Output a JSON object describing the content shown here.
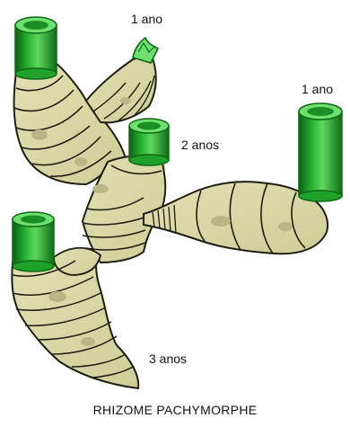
{
  "labels": {
    "bud_top_left": "1 ano",
    "bud_right": "1 ano",
    "bud_middle": "2 anos",
    "bottom_tip": "3 anos"
  },
  "caption": "RHIZOME PACHYMORPHE",
  "colors": {
    "rhizome_fill": "#d9d7a4",
    "rhizome_outline": "#1e1e12",
    "spot": "#b8b685",
    "shoot_green": "#1fa12a",
    "shoot_dark": "#0d6a14",
    "shoot_light": "#6fe06f"
  }
}
